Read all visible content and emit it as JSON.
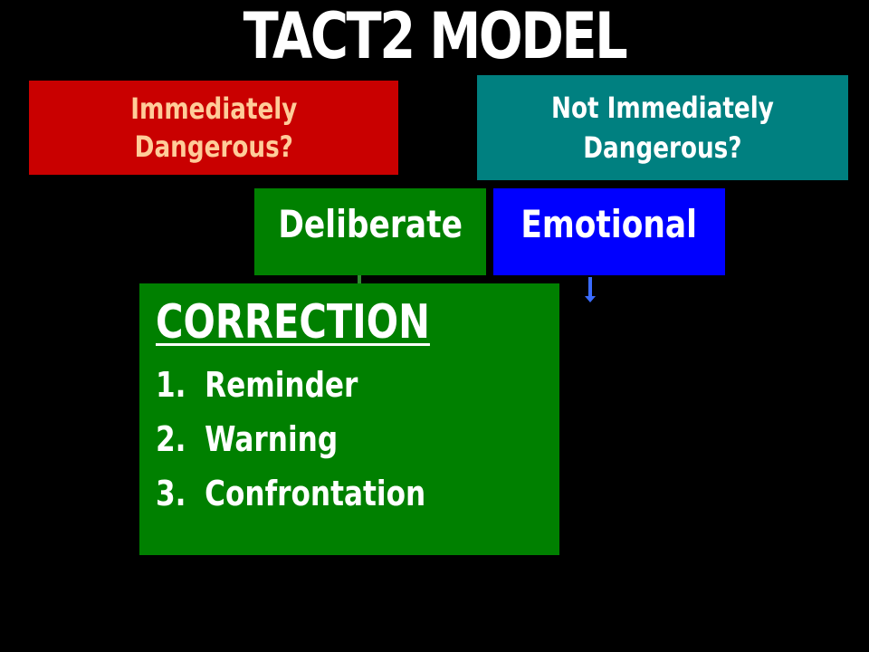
{
  "title": "TACT2 MODEL",
  "top_boxes": {
    "danger": {
      "line1": "Immediately",
      "line2": "Dangerous?",
      "color": "#c90000",
      "text_color": "#ffcc99"
    },
    "not_danger": {
      "line1": "Not Immediately",
      "line2": "Dangerous?",
      "color": "#008080"
    }
  },
  "middle_boxes": {
    "deliberate": {
      "label": "Deliberate",
      "color": "#008000"
    },
    "emotional": {
      "label": "Emotional",
      "color": "#0000ff"
    }
  },
  "correction": {
    "heading": "CORRECTION",
    "steps": [
      {
        "num": "1.",
        "label": "Reminder"
      },
      {
        "num": "2.",
        "label": "Warning"
      },
      {
        "num": "3.",
        "label": "Confrontation"
      }
    ]
  }
}
